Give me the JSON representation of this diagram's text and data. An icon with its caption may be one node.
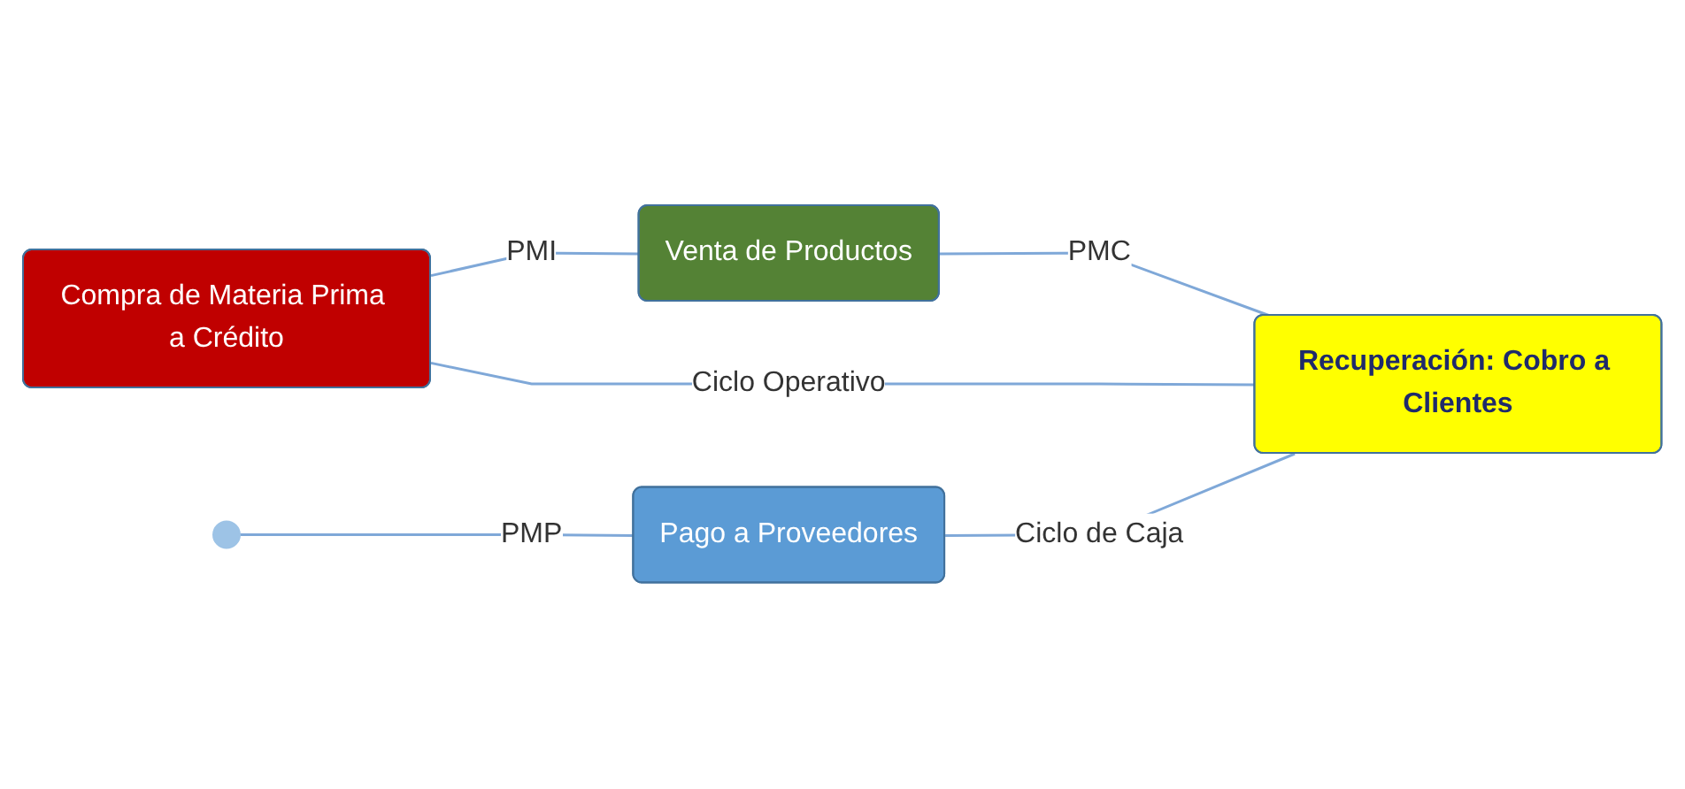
{
  "diagram": {
    "nodes": [
      {
        "text": [
          "Compra de Materia Prima a Crédito"
        ]
      },
      {
        "text": [
          "Venta de Productos"
        ]
      },
      {
        "text": [
          "Recuperación: Cobro a Clientes"
        ]
      },
      {
        "text": [
          "Pago a Proveedores"
        ]
      }
    ],
    "edges": [
      {
        "from": 0,
        "to": 1,
        "arrow": "none",
        "label": "PMI"
      },
      {
        "from": 1,
        "to": 2,
        "arrow": "none",
        "label": "PMC"
      },
      {
        "from": null,
        "to": 3,
        "arrow": "none",
        "label": "PMP"
      },
      {
        "from": 3,
        "to": 2,
        "arrow": "none",
        "label": "Ciclo de Caja"
      },
      {
        "from": 0,
        "to": 2,
        "arrow": "none",
        "label": "Ciclo Operativo"
      }
    ]
  }
}
